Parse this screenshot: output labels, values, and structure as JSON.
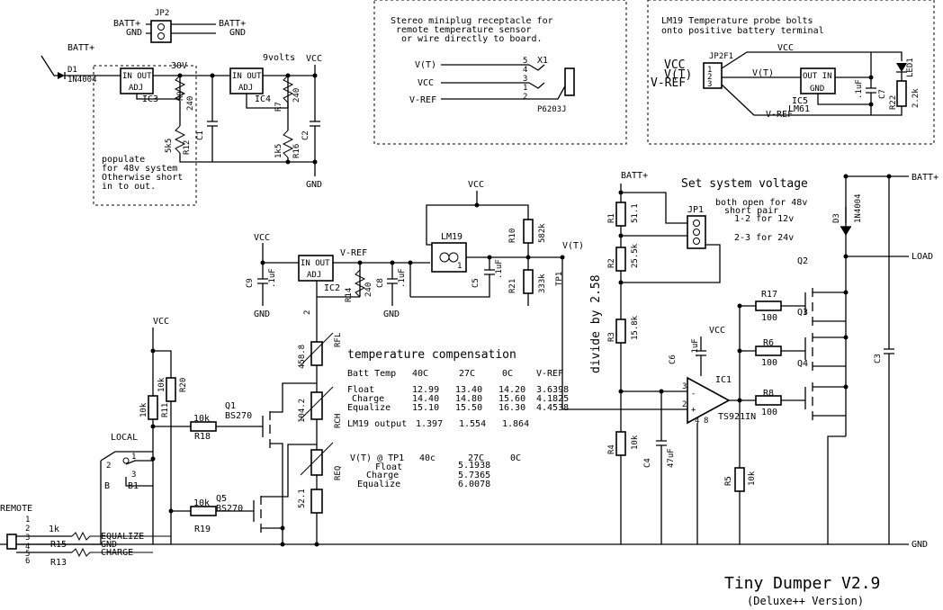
{
  "title": {
    "main": "Tiny Dumper V2.9",
    "sub": "(Deluxe++ Version)"
  },
  "notes": {
    "stereo": [
      "Stereo miniplug receptacle for",
      "remote temperature sensor",
      "or wire directly to board."
    ],
    "lm19": [
      "LM19 Temperature probe bolts",
      "onto positive battery terminal"
    ],
    "populate": [
      "populate",
      "for 48v system",
      "Otherwise short",
      "in to out."
    ],
    "setsys": "Set system voltage",
    "jumper": [
      "both open for 48v",
      "short pair",
      "1-2 for 12v",
      "2-3 for 24v"
    ],
    "divide": "divide by 2.58"
  },
  "comp_table": {
    "title": "temperature compensation",
    "header": [
      "Batt Temp",
      "40C",
      "27C",
      "0C",
      "V-REF"
    ],
    "rows": [
      [
        "Float",
        "12.99",
        "13.40",
        "14.20",
        "3.6398"
      ],
      [
        "Charge",
        "14.40",
        "14.80",
        "15.60",
        "4.1825"
      ],
      [
        "Equalize",
        "15.10",
        "15.50",
        "16.30",
        "4.4538"
      ]
    ],
    "lm19_row": [
      "LM19 output",
      "1.397",
      "1.554",
      "1.864"
    ]
  },
  "vt_table": {
    "header": [
      "V(T) @ TP1",
      "40c",
      "27C",
      "0C"
    ],
    "rows": [
      [
        "Float",
        "5.1938"
      ],
      [
        "Charge",
        "5.7365"
      ],
      [
        "Equalize",
        "6.0078"
      ]
    ]
  },
  "nets": {
    "batt_plus": "BATT+",
    "gnd": "GND",
    "vcc": "VCC",
    "vref": "V-REF",
    "vt": "V(T)",
    "load": "LOAD",
    "v30": "30V",
    "v9": "9volts",
    "remote": "REMOTE",
    "local": "LOCAL",
    "equalize": "EQUALIZE",
    "charge": "CHARGE",
    "b": "B",
    "b1": "B1"
  },
  "parts": {
    "jp2": "JP2",
    "d1": "D1",
    "d1v": "1N4004",
    "ic3": "IC3",
    "ic4": "IC4",
    "inout": "IN  OUT",
    "adj": "ADJ",
    "r9": "R9",
    "r9v": "240",
    "r12": "R12",
    "r12v": "5k5",
    "c1": "C1",
    "r7": "R7",
    "r7v": "240",
    "r16": "R16",
    "r16v": "1k5",
    "c2": "C2",
    "x1": "X1",
    "p6203j": "P6203J",
    "jp2f1": "JP2F1",
    "ic5": "IC5",
    "lm61": "LM61",
    "outin": "OUT  IN",
    "gnd5": "GND",
    "c7": "C7",
    "c7v": ".1uF",
    "led1": "LED1",
    "r22": "R22",
    "r22v": "2.2k",
    "c9": "C9",
    "c9v": ".1uF",
    "ic2": "IC2",
    "r14": "R14",
    "r14v": "240",
    "c8": "C8",
    "c8v": ".1uF",
    "lm19": "LM19",
    "c5": "C5",
    "c5v": ".1uF",
    "r10": "R10",
    "r10v": "582k",
    "r21": "R21",
    "r21v": "333k",
    "tp1": "TP1",
    "r1": "R1",
    "r1v": "51.1",
    "jp1": "JP1",
    "r2": "R2",
    "r2v": "25.5k",
    "r3": "R3",
    "r3v": "15.8k",
    "r4": "R4",
    "r4v": "10k",
    "c4": "C4",
    "c4v": "47uF",
    "c6": "C6",
    "c6v": ".1uF",
    "ic1": "IC1",
    "ts921": "TS921IN",
    "r5": "R5",
    "r5v": "10k",
    "d3": "D3",
    "d3v": "1N4004",
    "q2": "Q2",
    "q3": "Q3",
    "q4": "Q4",
    "c3": "C3",
    "r17": "R17",
    "r17v": "100",
    "r6": "R6",
    "r6v": "100",
    "r8": "R8",
    "r8v": "100",
    "r11": "R11",
    "r11v": "10k",
    "r20": "R20",
    "r20v": "10k",
    "r18": "R18",
    "r18v": "10k",
    "q1": "Q1",
    "q1v": "BS270",
    "q5": "Q5",
    "q5v": "BS270",
    "r19": "R19",
    "r19v": "10k",
    "rfl": "RFL",
    "rflv": "458.8",
    "rch": "RCH",
    "rchv": "104.2",
    "req": "REQ",
    "reqv": "52.1",
    "r15": "R15",
    "r15v": "1k",
    "r13": "R13"
  }
}
